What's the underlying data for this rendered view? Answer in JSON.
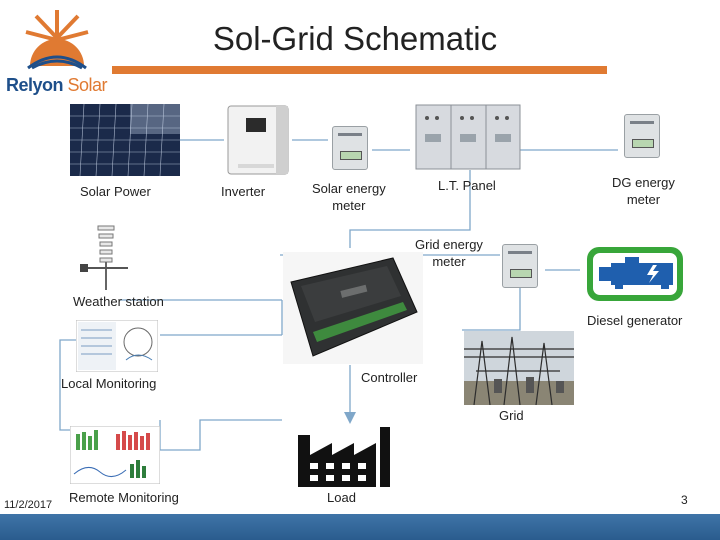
{
  "title": "Sol-Grid Schematic",
  "logo": {
    "brand": "Relyon",
    "brand_suffix": "Solar"
  },
  "labels": {
    "solar_power": "Solar Power",
    "inverter": "Inverter",
    "solar_energy_meter": "Solar energy\nmeter",
    "lt_panel": "L.T. Panel",
    "dg_energy_meter": "DG energy\nmeter",
    "grid_energy_meter": "Grid energy\nmeter",
    "weather_station": "Weather station",
    "diesel_generator": "Diesel generator",
    "local_monitoring": "Local Monitoring",
    "controller": "Controller",
    "grid": "Grid",
    "remote_monitoring": "Remote Monitoring",
    "load": "Load"
  },
  "footer": {
    "date": "11/2/2017",
    "page": "3"
  },
  "colors": {
    "accent": "#e07a32",
    "line": "#7fa7c9",
    "footer": "#2f6296",
    "generator_green": "#38a63a",
    "generator_blue": "#1f5fae"
  }
}
